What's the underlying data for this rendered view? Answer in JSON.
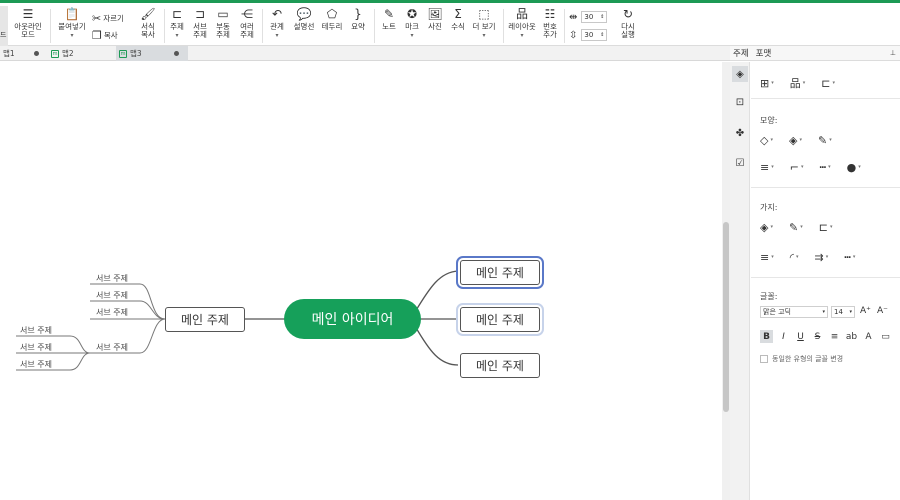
{
  "ribbon": {
    "outline_mode": "아웃라인\n모드",
    "paste": "붙여넣기",
    "cut": "자르기",
    "copy": "복사",
    "format_copy": "서식\n복사",
    "topic": "주제",
    "subtopic": "서브\n주제",
    "floating": "부동\n주제",
    "multi": "여러\n주제",
    "relation": "관계",
    "callout": "설명선",
    "boundary": "테두리",
    "summary": "요약",
    "note": "노트",
    "mark": "마크",
    "image": "사진",
    "formula": "수식",
    "more": "더 보기",
    "layout": "레이아웃",
    "numbering": "번호\n추가",
    "h_spacing": "30",
    "v_spacing": "30",
    "redo": "다시\n실행",
    "left_cut": "드"
  },
  "tabs": [
    {
      "label": "맵1"
    },
    {
      "label": "맵2"
    },
    {
      "label": "맵3"
    }
  ],
  "mindmap": {
    "main_idea": "메인 아이디어",
    "left_topic": "메인 주제",
    "right_topics": [
      "메인 주제",
      "메인 주제",
      "메인 주제"
    ],
    "left_subtopics": [
      "서브 주제",
      "서브 주제",
      "서브 주제",
      "서브 주제"
    ],
    "sub_sub": [
      "서브 주제",
      "서브 주제",
      "서브 주제"
    ]
  },
  "panel": {
    "tab_topic": "주제",
    "tab_format": "포맷",
    "shape_label": "모양:",
    "branch_label": "가지:",
    "font_label": "글꼴:",
    "font_name": "맑은 고딕",
    "font_size": "14",
    "same_type_font": "동일한 유형의 글꼴 변경"
  },
  "colors": {
    "accent": "#1d9a55",
    "main_node": "#16a05a",
    "selection": "#5a78c8"
  }
}
